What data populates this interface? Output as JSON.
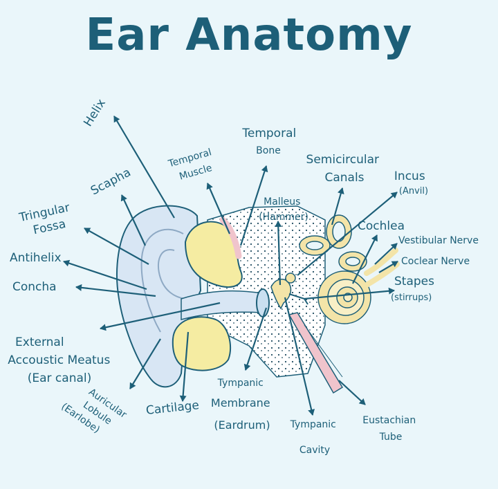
{
  "title": "Ear Anatomy",
  "labels": {
    "helix": "Helix",
    "scapha": "Scapha",
    "triangular_fossa": [
      "Tringular",
      "Fossa"
    ],
    "antihelix": "Antihelix",
    "concha": "Concha",
    "external_meatus": [
      "External",
      "Accoustic Meatus",
      "(Ear canal)"
    ],
    "lobule": [
      "Auricular",
      "Lobule",
      "(Earlobe)"
    ],
    "cartilage": "Cartilage",
    "temporal_muscle": [
      "Temporal",
      "Muscle"
    ],
    "temporal_bone": [
      "Temporal",
      "Bone"
    ],
    "malleus": [
      "Malleus",
      "(Hammer)"
    ],
    "semicircular": [
      "Semicircular",
      "Canals"
    ],
    "incus": [
      "Incus",
      "(Anvil)"
    ],
    "cochlea": "Cochlea",
    "vestibular_nerve": "Vestibular Nerve",
    "coclear_nerve": "Coclear Nerve",
    "stapes": [
      "Stapes",
      "(stirrups)"
    ],
    "tympanic_membrane": [
      "Tympanic",
      "Membrane",
      "(Eardrum)"
    ],
    "tympanic_cavity": [
      "Tympanic",
      "Cavity"
    ],
    "eustachian": [
      "Eustachian",
      "Tube"
    ]
  },
  "colors": {
    "ink": "#1d5f78",
    "background": "#eaf6fa",
    "outer_ear": "#d8e6f4",
    "cartilage_yellow": "#f5eca2",
    "pink": "#f0c4cc",
    "inner_ear": "#f3e4a8",
    "bone": "#ffffff"
  }
}
